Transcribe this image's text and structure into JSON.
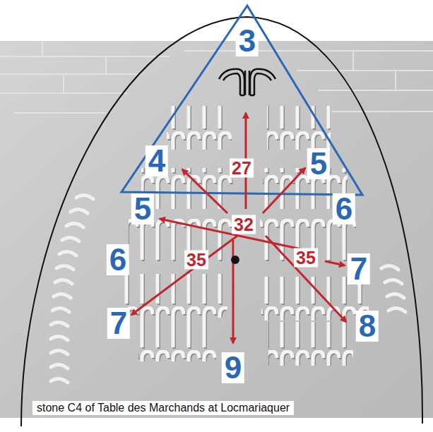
{
  "diagram": {
    "caption": "stone C4 of Table des Marchands at Locmariaquer",
    "labels": [
      "3",
      "4",
      "5",
      "5",
      "6",
      "6",
      "7",
      "7",
      "8",
      "9",
      "27",
      "32",
      "35",
      "35"
    ]
  }
}
